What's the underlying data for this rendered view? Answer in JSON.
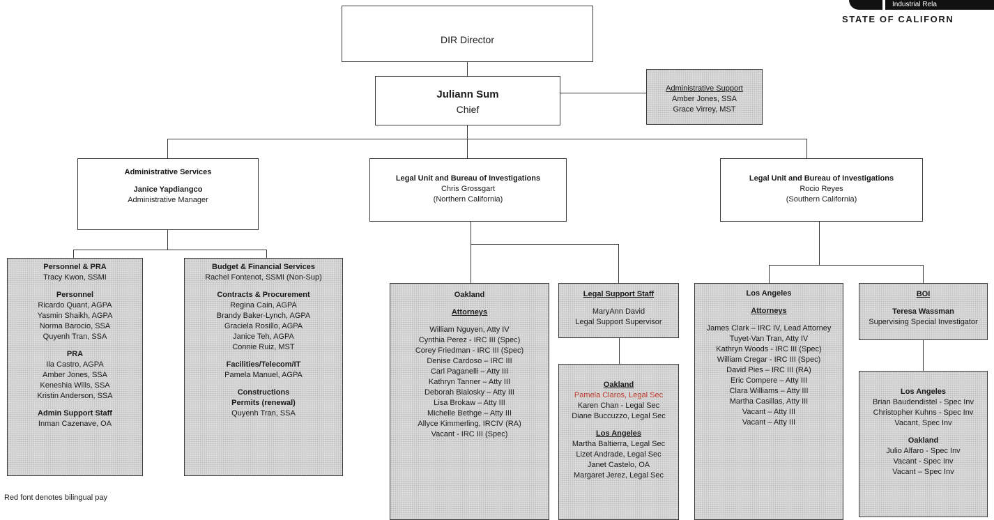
{
  "logo": {
    "dept_fragment": "Industrial Rela",
    "state_fragment": "STATE OF CALIFORN"
  },
  "director": {
    "title": "DIR Director"
  },
  "chief": {
    "name": "Juliann Sum",
    "title": "Chief"
  },
  "admin_support": {
    "heading": "Administrative Support",
    "members": [
      "Amber Jones, SSA",
      "Grace Virrey, MST"
    ]
  },
  "admin_services": {
    "heading": "Administrative Services",
    "manager": "Janice Yapdiangco",
    "manager_title": "Administrative Manager"
  },
  "legal_north": {
    "heading": "Legal Unit and Bureau of Investigations",
    "name": "Chris Grossgart",
    "region": "(Northern California)"
  },
  "legal_south": {
    "heading": "Legal Unit and Bureau of Investigations",
    "name": "Rocio Reyes",
    "region": "(Southern California)"
  },
  "personnel_box": {
    "heading": "Personnel & PRA",
    "lead": "Tracy Kwon, SSMI",
    "personnel_heading": "Personnel",
    "personnel": [
      "Ricardo Quant, AGPA",
      "Yasmin Shaikh, AGPA",
      "Norma Barocio, SSA",
      "Quyenh Tran, SSA"
    ],
    "pra_heading": "PRA",
    "pra": [
      "Ila Castro, AGPA",
      "Amber Jones, SSA",
      "Keneshia Wills, SSA",
      "Kristin Anderson, SSA"
    ],
    "admin_staff_heading": "Admin Support Staff",
    "admin_staff": [
      "Inman Cazenave, OA"
    ]
  },
  "budget_box": {
    "heading": "Budget & Financial Services",
    "lead": "Rachel Fontenot, SSMI (Non-Sup)",
    "contracts_heading": "Contracts & Procurement",
    "contracts": [
      "Regina Cain, AGPA",
      "Brandy Baker-Lynch, AGPA",
      "Graciela Rosillo, AGPA",
      "Janice Teh, AGPA",
      "Connie Ruiz, MST"
    ],
    "facilities_heading": "Facilities/Telecom/IT",
    "facilities": [
      "Pamela Manuel, AGPA"
    ],
    "constructions_heading_1": "Constructions",
    "constructions_heading_2": "Permits (renewal)",
    "constructions": [
      "Quyenh Tran, SSA"
    ]
  },
  "oakland_box": {
    "heading": "Oakland",
    "subheading": "Attorneys",
    "members": [
      "William Nguyen, Atty IV",
      "Cynthia Perez - IRC III (Spec)",
      "Corey Friedman - IRC III (Spec)",
      "Denise Cardoso – IRC III",
      "Carl Paganelli – Atty III",
      "Kathryn Tanner – Atty III",
      "Deborah Bialosky – Atty III",
      "Lisa Brokaw – Atty III",
      "Michelle Bethge – Atty III",
      "Allyce Kimmerling, IRCIV (RA)",
      "Vacant - IRC III (Spec)"
    ]
  },
  "legal_support_box": {
    "heading": "Legal Support Staff",
    "name": "MaryAnn David",
    "title": "Legal Support Supervisor"
  },
  "legal_sec_box": {
    "oakland_heading": "Oakland",
    "oakland": [
      "Pamela Claros, Legal Sec",
      "Karen Chan - Legal Sec",
      "Diane Buccuzzo, Legal Sec"
    ],
    "la_heading": "Los Angeles",
    "la": [
      "Martha Baltierra, Legal Sec",
      "Lizet Andrade, Legal Sec",
      "Janet Castelo, OA",
      "Margaret Jerez, Legal Sec"
    ]
  },
  "la_box": {
    "heading": "Los Angeles",
    "subheading": "Attorneys",
    "members": [
      "James Clark – IRC IV, Lead Attorney",
      "Tuyet-Van Tran, Atty IV",
      "Kathryn Woods - IRC III (Spec)",
      "William Cregar - IRC III (Spec)",
      "David Pies – IRC III (RA)",
      "Eric Compere – Atty III",
      "Clara Williams – Atty III",
      "Martha Casillas, Atty III",
      "Vacant – Atty III",
      "Vacant – Atty III"
    ]
  },
  "boi_box": {
    "heading": "BOI",
    "name": "Teresa Wassman",
    "title": "Supervising Special Investigator"
  },
  "inv_box": {
    "la_heading": "Los Angeles",
    "la": [
      "Brian Baudendistel - Spec Inv",
      "Christopher Kuhns - Spec Inv",
      "Vacant, Spec Inv"
    ],
    "oakland_heading": "Oakland",
    "oakland": [
      "Julio Alfaro - Spec Inv",
      "Vacant - Spec Inv",
      "Vacant – Spec Inv"
    ]
  },
  "footnote": "Red font denotes bilingual pay",
  "colors": {
    "bilingual": "#c0392b",
    "line": "#3a3a3a",
    "shaded": "#d9d9d9"
  }
}
